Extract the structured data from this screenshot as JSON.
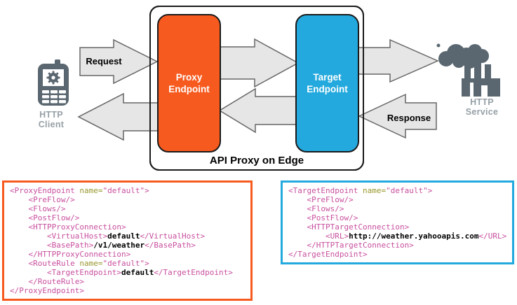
{
  "diagram": {
    "title": "API Proxy on Edge",
    "request_label": "Request",
    "response_label": "Response",
    "proxy_endpoint_label": "Proxy\nEndpoint",
    "target_endpoint_label": "Target\nEndpoint",
    "http_client_label": "HTTP\nClient",
    "http_service_label": "HTTP\nService"
  },
  "colors": {
    "proxy_orange": "#F75A1E",
    "target_blue": "#23A9DD",
    "arrow_fill": "#E6E6E6",
    "arrow_stroke": "#666666",
    "icon_gray": "#5A6770",
    "icon_label_gray": "#96A0A6",
    "code_tag_pink": "#C84F9E",
    "code_attr_olive": "#99982F",
    "code_text_black": "#000000"
  },
  "code_blocks": [
    {
      "id": "proxy",
      "accent": "#F75A1E",
      "lines": [
        [
          [
            "tag",
            "<ProxyEndpoint "
          ],
          [
            "attr",
            "name="
          ],
          [
            "val",
            "\"default\""
          ],
          [
            "tag",
            ">"
          ]
        ],
        [
          [
            "tag",
            "    <PreFlow/>"
          ]
        ],
        [
          [
            "tag",
            "    <Flows/>"
          ]
        ],
        [
          [
            "tag",
            "    <PostFlow/>"
          ]
        ],
        [
          [
            "tag",
            "    <HTTPProxyConnection>"
          ]
        ],
        [
          [
            "tag",
            "        <VirtualHost>"
          ],
          [
            "text",
            "default"
          ],
          [
            "tag",
            "</VirtualHost>"
          ]
        ],
        [
          [
            "tag",
            "        <BasePath>"
          ],
          [
            "text",
            "/v1/weather"
          ],
          [
            "tag",
            "</BasePath>"
          ]
        ],
        [
          [
            "tag",
            "    </HTTPProxyConnection>"
          ]
        ],
        [
          [
            "tag",
            "    <RouteRule "
          ],
          [
            "attr",
            "name="
          ],
          [
            "val",
            "\"default\""
          ],
          [
            "tag",
            ">"
          ]
        ],
        [
          [
            "tag",
            "        <TargetEndpoint>"
          ],
          [
            "text",
            "default"
          ],
          [
            "tag",
            "</TargetEndpoint>"
          ]
        ],
        [
          [
            "tag",
            "    </RouteRule>"
          ]
        ],
        [
          [
            "tag",
            "</ProxyEndpoint>"
          ]
        ]
      ]
    },
    {
      "id": "target",
      "accent": "#23A9DD",
      "lines": [
        [
          [
            "tag",
            "<TargetEndpoint "
          ],
          [
            "attr",
            "name="
          ],
          [
            "val",
            "\"default\""
          ],
          [
            "tag",
            ">"
          ]
        ],
        [
          [
            "tag",
            "    <PreFlow/>"
          ]
        ],
        [
          [
            "tag",
            "    <Flows/>"
          ]
        ],
        [
          [
            "tag",
            "    <PostFlow/>"
          ]
        ],
        [
          [
            "tag",
            "    <HTTPTargetConnection>"
          ]
        ],
        [
          [
            "tag",
            "        <URL>"
          ],
          [
            "text",
            "http://weather.yahooapis.com"
          ],
          [
            "tag",
            "</URL>"
          ]
        ],
        [
          [
            "tag",
            "    </HTTPTargetConnection>"
          ]
        ],
        [
          [
            "tag",
            "</TargetEndpoint>"
          ]
        ]
      ]
    }
  ]
}
